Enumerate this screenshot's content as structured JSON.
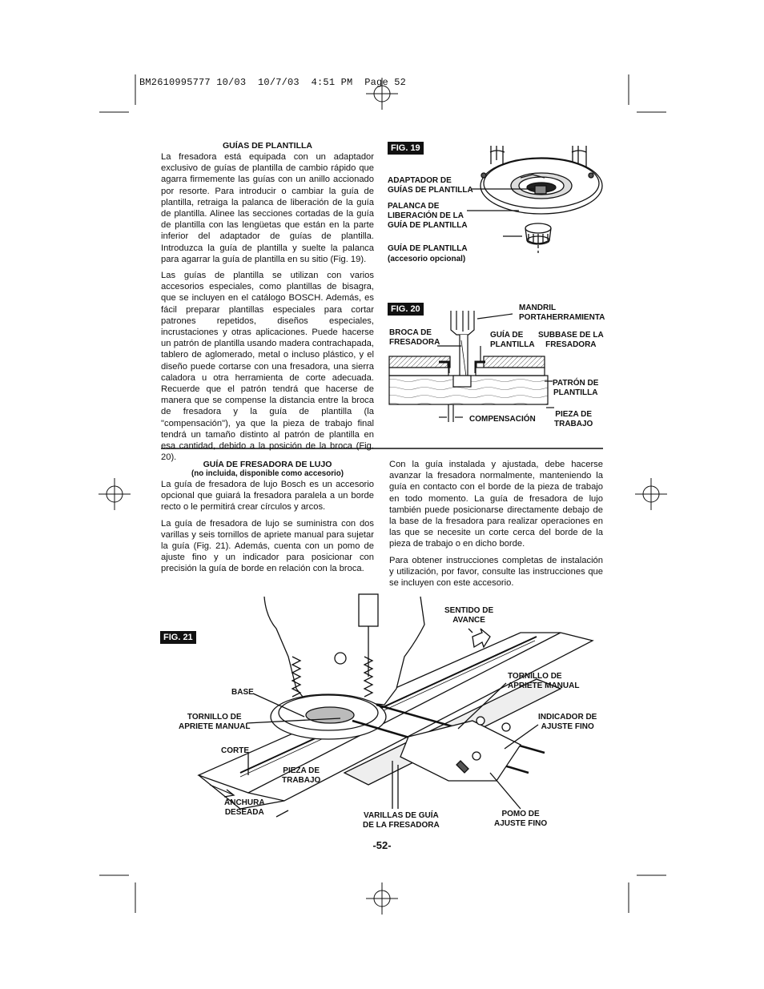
{
  "header": {
    "print_info": "BM2610995777 10/03  10/7/03  4:51 PM  Page 52"
  },
  "section1": {
    "heading": "GUÍAS DE PLANTILLA",
    "para1": "La fresadora está equipada con un adaptador exclusivo de guías de plantilla de cambio rápido que agarra firmemente las guías con un anillo accionado por resorte. Para introducir o cambiar la guía de plantilla, retraiga la palanca de liberación de la guía de plantilla. Alinee las secciones cortadas de la guía de plantilla con las lengüetas que están en la parte inferior del adaptador de guías de plantilla. Introduzca la guía de plantilla y suelte la palanca para agarrar la guía de plantilla en su sitio (Fig. 19).",
    "para2": "Las guías de plantilla se utilizan con varios accesorios especiales, como plantillas de bisagra, que se incluyen en el catálogo BOSCH. Además, es fácil preparar plantillas especiales para cortar patrones repetidos, diseños especiales, incrustaciones y otras aplicaciones. Puede hacerse un patrón de plantilla usando madera contrachapada, tablero de aglomerado, metal o incluso plástico, y el diseño puede cortarse con una fresadora, una sierra caladora u otra herramienta de corte adecuada. Recuerde que el patrón tendrá que hacerse de manera que se compense la distancia entre la broca de fresadora y la guía de plantilla (la \"compensación\"), ya que la pieza de trabajo final tendrá un tamaño distinto al patrón de plantilla en esa cantidad, debido a la posición de la broca (Fig. 20)."
  },
  "fig19": {
    "tag": "FIG. 19",
    "label_adapter": "ADAPTADOR DE\nGUÍAS DE PLANTILLA",
    "label_lever": "PALANCA DE\nLIBERACIÓN DE LA\nGUÍA DE PLANTILLA",
    "label_guide": "GUÍA DE PLANTILLA",
    "label_guide_note": "(accesorio opcional)"
  },
  "fig20": {
    "tag": "FIG. 20",
    "label_collet": "MANDRIL\nPORTAHERRAMIENTA",
    "label_bit": "BROCA DE\nFRESADORA",
    "label_guide": "GUÍA DE\nPLANTILLA",
    "label_subbase": "SUBBASE DE LA\nFRESADORA",
    "label_pattern": "PATRÓN DE\nPLANTILLA",
    "label_offset": "COMPENSACIÓN",
    "label_workpiece": "PIEZA DE\nTRABAJO"
  },
  "section2": {
    "heading": "GUÍA DE FRESADORA DE LUJO",
    "subheading": "(no incluida, disponible como accesorio)",
    "para1": "La guía de fresadora de lujo Bosch es un accesorio opcional que guiará la fresadora paralela a un borde recto o le permitirá crear círculos y arcos.",
    "para2": "La guía de fresadora de lujo se suministra con dos varillas y seis tornillos de apriete manual para sujetar la guía (Fig. 21). Además, cuenta con un pomo de ajuste fino y un indicador para posicionar con precisión la guía de borde en relación con la broca.",
    "para3": "Con la guía instalada y ajustada, debe hacerse avanzar la fresadora normalmente, manteniendo la guía en contacto con el borde de la pieza de trabajo en todo momento. La guía de fresadora de lujo también puede posicionarse directamente debajo de la base de la fresadora para realizar operaciones en las que se necesite un corte cerca del borde de la pieza de trabajo o en dicho borde.",
    "para4": "Para obtener instrucciones completas de instalación y utilización, por favor, consulte las instrucciones que se incluyen con este accesorio."
  },
  "fig21": {
    "tag": "FIG. 21",
    "label_feed": "SENTIDO DE\nAVANCE",
    "label_thumbscrew_right": "TORNILLO DE\nAPRIETE MANUAL",
    "label_base": "BASE",
    "label_thumbscrew_left": "TORNILLO DE\nAPRIETE MANUAL",
    "label_indicator": "INDICADOR DE\nAJUSTE FINO",
    "label_cut": "CORTE",
    "label_workpiece": "PIEZA DE\nTRABAJO",
    "label_width": "ANCHURA\nDESEADA",
    "label_rods": "VARILLAS DE GUÍA\nDE LA FRESADORA",
    "label_knob": "POMO DE\nAJUSTE FINO"
  },
  "page_number": "-52-"
}
